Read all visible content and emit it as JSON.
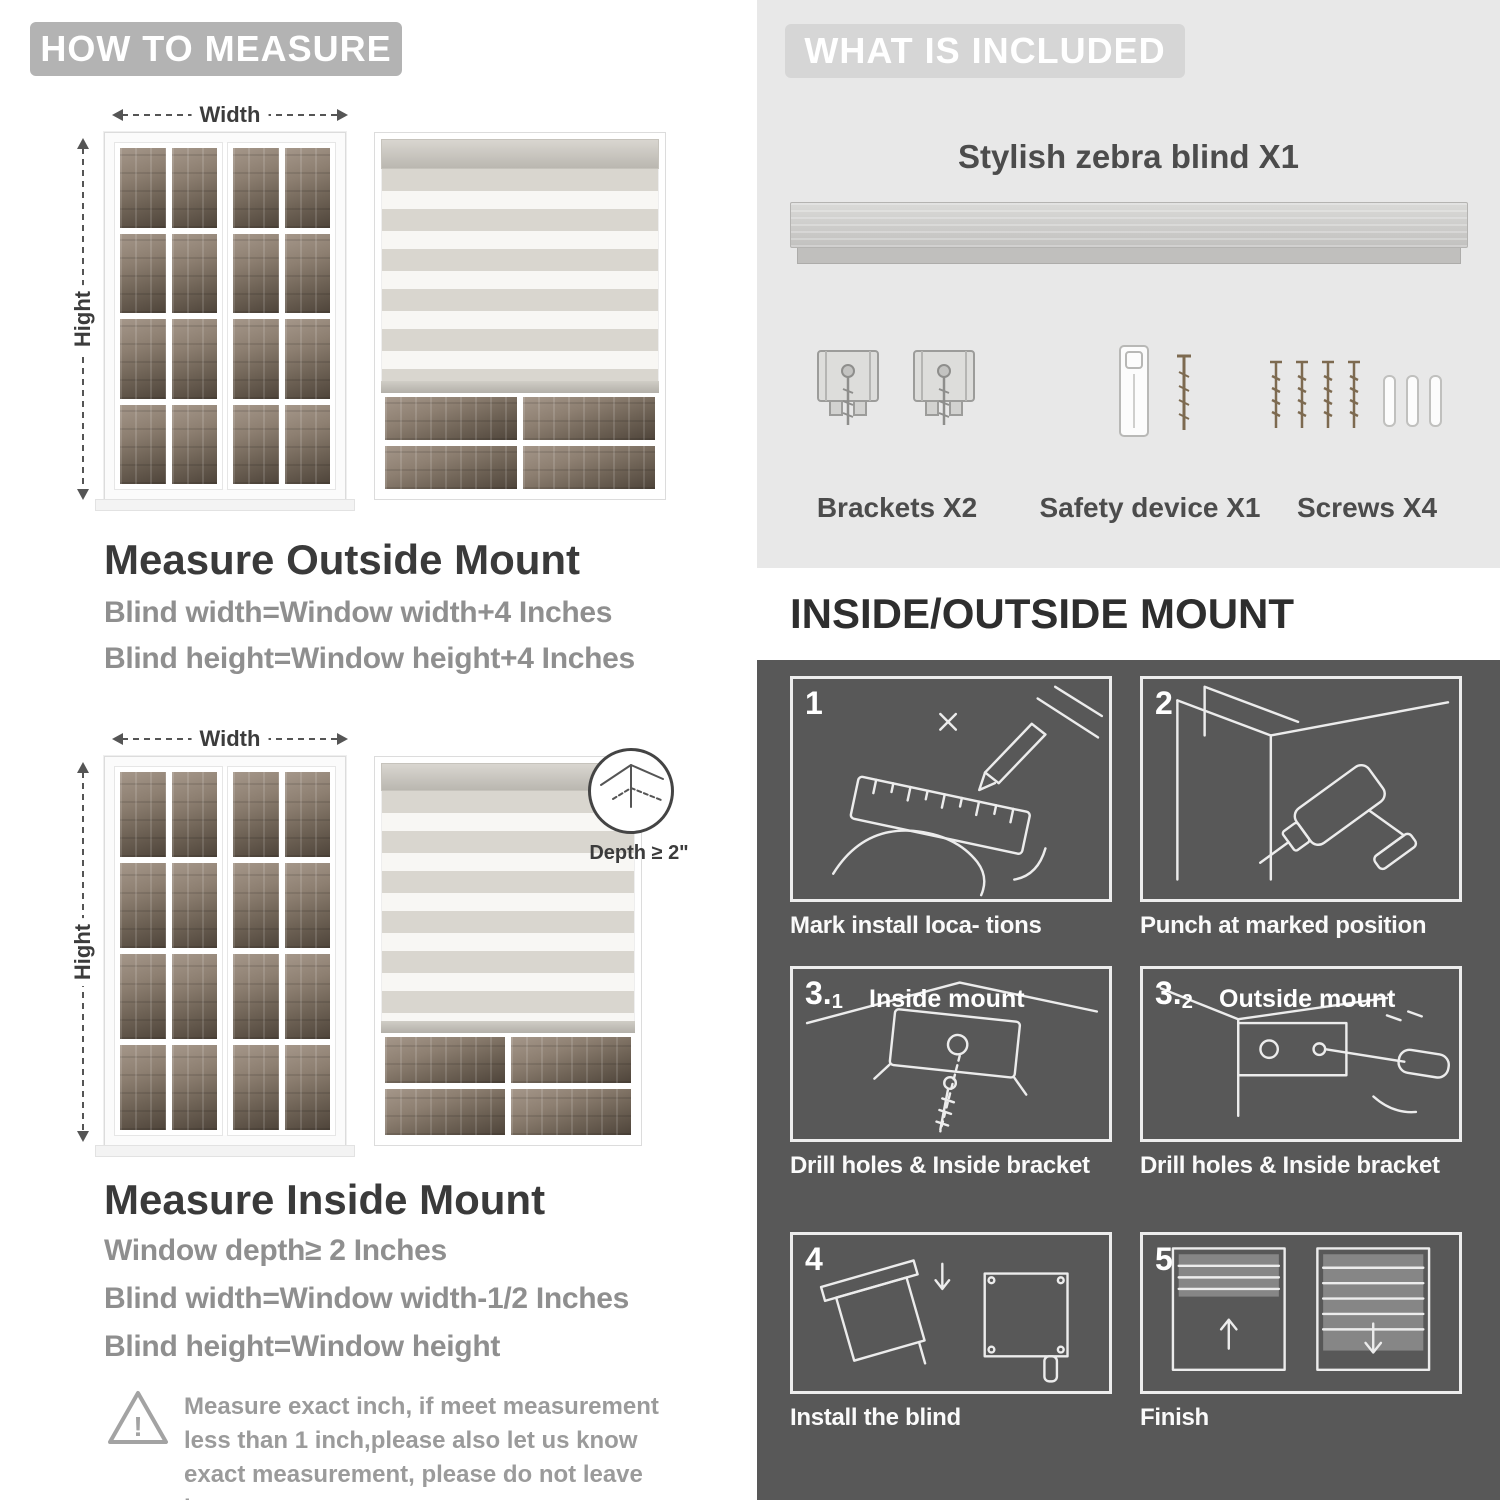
{
  "how_to_measure": {
    "header": "HOW TO MEASURE",
    "outside": {
      "width_label": "Width",
      "height_label": "Hight",
      "heading": "Measure Outside Mount",
      "lines": [
        "Blind width=Window width+4 Inches",
        "Blind height=Window height+4 Inches"
      ]
    },
    "inside": {
      "width_label": "Width",
      "height_label": "Hight",
      "depth_label": "Depth ≥ 2\"",
      "heading": "Measure Inside Mount",
      "lines": [
        "Window depth≥ 2 Inches",
        "Blind width=Window width-1/2 Inches",
        "Blind height=Window height"
      ]
    },
    "note": {
      "mark": "!",
      "text": "Measure exact inch, if meet measurement less than 1 inch,please also let us know exact measurement, please do not leave it"
    }
  },
  "included": {
    "header": "WHAT IS INCLUDED",
    "blind_label": "Stylish zebra blind X1",
    "items": [
      {
        "label": "Brackets X2"
      },
      {
        "label": "Safety device X1"
      },
      {
        "label": "Screws X4"
      }
    ]
  },
  "mount": {
    "header": "INSIDE/OUTSIDE MOUNT",
    "steps": [
      {
        "num": "1",
        "sub": "",
        "title": "",
        "caption": "Mark install loca- tions"
      },
      {
        "num": "2",
        "sub": "",
        "title": "",
        "caption": "Punch at  marked position"
      },
      {
        "num": "3.",
        "sub": "1",
        "title": "Inside mount",
        "caption": "Drill holes &  Inside bracket"
      },
      {
        "num": "3.",
        "sub": "2",
        "title": "Outside mount",
        "caption": "Drill holes &  Inside bracket"
      },
      {
        "num": "4",
        "sub": "",
        "title": "",
        "caption": "Install the blind"
      },
      {
        "num": "5",
        "sub": "",
        "title": "",
        "caption": "Finish"
      }
    ]
  }
}
